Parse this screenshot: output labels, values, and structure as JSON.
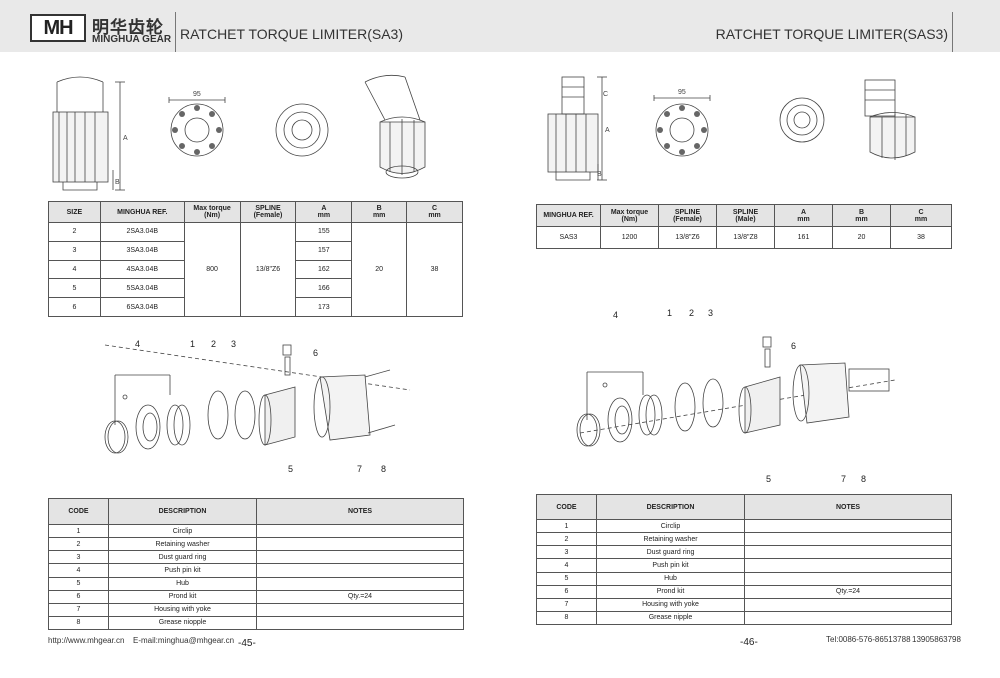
{
  "header": {
    "logo_mark": "MH",
    "logo_cn": "明华齿轮",
    "logo_en": "MINGHUA GEAR",
    "title_left": "RATCHET TORQUE LIMITER(SA3)",
    "title_right": "RATCHET TORQUE LIMITER(SAS3)"
  },
  "drawing_labels": {
    "dim_95": "95",
    "dim_a": "A",
    "dim_b": "B",
    "dim_c": "C"
  },
  "left_spec": {
    "headers": [
      "SIZE",
      "MINGHUA REF.",
      "Max torque\n(Nm)",
      "SPLINE\n(Female)",
      "A\nmm",
      "B\nmm",
      "C\nmm"
    ],
    "rows": [
      {
        "size": "2",
        "ref": "2SA3.04B",
        "a": "155"
      },
      {
        "size": "3",
        "ref": "3SA3.04B",
        "a": "157"
      },
      {
        "size": "4",
        "ref": "4SA3.04B",
        "a": "162"
      },
      {
        "size": "5",
        "ref": "5SA3.04B",
        "a": "166"
      },
      {
        "size": "6",
        "ref": "6SA3.04B",
        "a": "173"
      }
    ],
    "max_torque": "800",
    "spline": "13/8\"Z6",
    "b": "20",
    "c": "38"
  },
  "right_spec": {
    "headers": [
      "MINGHUA REF.",
      "Max torque\n(Nm)",
      "SPLINE\n(Female)",
      "SPLINE\n(Male)",
      "A\nmm",
      "B\nmm",
      "C\nmm"
    ],
    "row": [
      "SAS3",
      "1200",
      "13/8\"Z6",
      "13/8\"Z8",
      "161",
      "20",
      "38"
    ]
  },
  "callouts": [
    "4",
    "1",
    "2",
    "3",
    "6",
    "5",
    "7",
    "8"
  ],
  "parts": {
    "headers": [
      "CODE",
      "DESCRIPTION",
      "NOTES"
    ],
    "rows": [
      {
        "code": "1",
        "desc": "Circlip",
        "notes": ""
      },
      {
        "code": "2",
        "desc": "Retaining washer",
        "notes": ""
      },
      {
        "code": "3",
        "desc": "Dust guard ring",
        "notes": ""
      },
      {
        "code": "4",
        "desc": "Push pin kit",
        "notes": ""
      },
      {
        "code": "5",
        "desc": "Hub",
        "notes": ""
      },
      {
        "code": "6",
        "desc": "Prond kit",
        "notes": "Qty.=24"
      },
      {
        "code": "7",
        "desc": "Housing with yoke",
        "notes": ""
      }
    ],
    "left_last": {
      "code": "8",
      "desc": "Grease niopple",
      "notes": ""
    },
    "right_last": {
      "code": "8",
      "desc": "Grease nipple",
      "notes": ""
    }
  },
  "footer": {
    "web": "http://www.mhgear.cn",
    "email": "E-mail:minghua@mhgear.cn",
    "page_left": "-45-",
    "page_right": "-46-",
    "tel": "Tel:0086-576-86513788",
    "mobile": "13905863798"
  }
}
